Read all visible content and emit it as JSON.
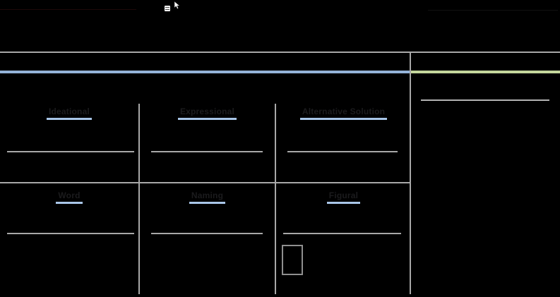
{
  "colors": {
    "background": "#000000",
    "rule_gray": "#a8a8a8",
    "accent_blue": "#94b3d8",
    "accent_green": "#c3d69b",
    "link_underline_blue": "#a9c6e8",
    "header_text": "#1b1b1d",
    "faint_red_line": "#1e0808"
  },
  "icons": [
    {
      "name": "document-icon"
    },
    {
      "name": "cursor-arrow-icon"
    }
  ],
  "grid": {
    "row1": [
      {
        "label": "Ideational"
      },
      {
        "label": "Expressional"
      },
      {
        "label": "Alternative Solution"
      }
    ],
    "row2": [
      {
        "label": "Word"
      },
      {
        "label": "Naming"
      },
      {
        "label": "Figural"
      }
    ]
  }
}
